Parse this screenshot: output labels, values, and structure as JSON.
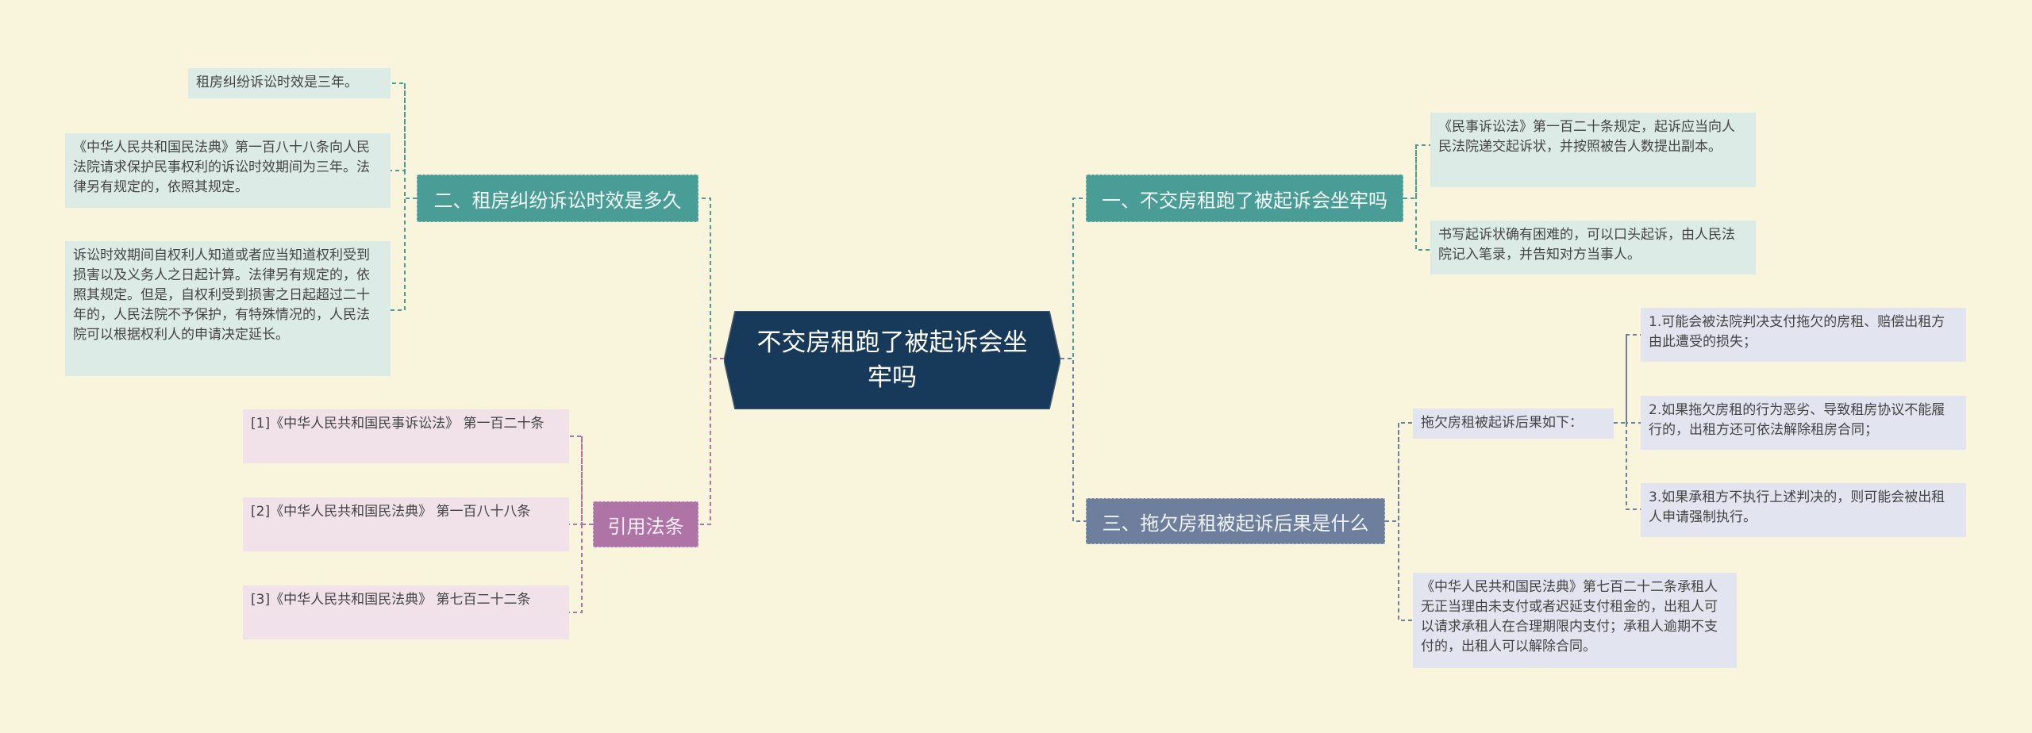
{
  "colors": {
    "background": "#f9f4dc",
    "root": "#173a5a",
    "teal": "#4a9d96",
    "purple": "#ad74a5",
    "slate": "#6e7f9e",
    "teal_leaf": "#dcebe6",
    "pink_leaf": "#f1e2ea",
    "gray_leaf": "#e2e4ef"
  },
  "root": {
    "text": "不交房租跑了被起诉会坐牢吗"
  },
  "left": {
    "branch2": {
      "label": "二、租房纠纷诉讼时效是多久",
      "items": [
        "租房纠纷诉讼时效是三年。",
        "《中华人民共和国民法典》第一百八十八条向人民法院请求保护民事权利的诉讼时效期间为三年。法律另有规定的，依照其规定。",
        "诉讼时效期间自权利人知道或者应当知道权利受到损害以及义务人之日起计算。法律另有规定的，依照其规定。但是，自权利受到损害之日起超过二十年的，人民法院不予保护，有特殊情况的，人民法院可以根据权利人的申请决定延长。"
      ]
    },
    "citations": {
      "label": "引用法条",
      "items": [
        "[1]《中华人民共和国民事诉讼法》 第一百二十条",
        "[2]《中华人民共和国民法典》 第一百八十八条",
        "[3]《中华人民共和国民法典》 第七百二十二条"
      ]
    }
  },
  "right": {
    "branch1": {
      "label": "一、不交房租跑了被起诉会坐牢吗",
      "items": [
        "《民事诉讼法》第一百二十条规定，起诉应当向人民法院递交起诉状，并按照被告人数提出副本。",
        "书写起诉状确有困难的，可以口头起诉，由人民法院记入笔录，并告知对方当事人。"
      ]
    },
    "branch3": {
      "label": "三、拖欠房租被起诉后果是什么",
      "sub_label": "拖欠房租被起诉后果如下：",
      "consequences": [
        "1.可能会被法院判决支付拖欠的房租、赔偿出租方由此遭受的损失；",
        "2.如果拖欠房租的行为恶劣、导致租房协议不能履行的，出租方还可依法解除租房合同；",
        "3.如果承租方不执行上述判决的，则可能会被出租人申请强制执行。"
      ],
      "law": "《中华人民共和国民法典》第七百二十二条承租人无正当理由未支付或者迟延支付租金的，出租人可以请求承租人在合理期限内支付；承租人逾期不支付的，出租人可以解除合同。"
    }
  }
}
